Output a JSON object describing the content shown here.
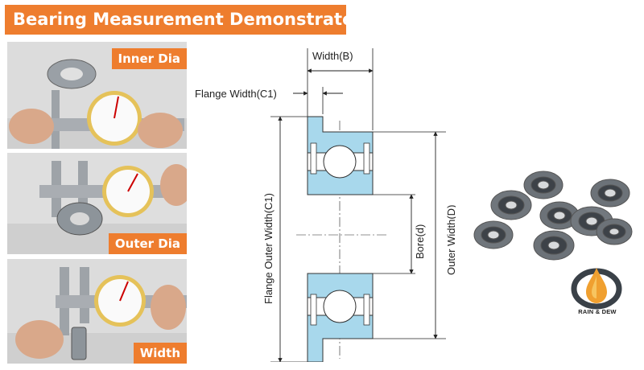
{
  "title": "Bearing Measurement Demonstrate",
  "photos": [
    {
      "label": "Inner Dia"
    },
    {
      "label": "Outer Dia"
    },
    {
      "label": "Width"
    }
  ],
  "diagram": {
    "width_label": "Width(B)",
    "flange_width_label": "Flange Width(C1)",
    "flange_outer_label": "Flange Outer Width(C1)",
    "bore_label": "Bore(d)",
    "outer_width_label": "Outer Width(D)"
  },
  "brand": {
    "name": "RAIN & DEW"
  },
  "colors": {
    "accent": "#ee7d2e",
    "ring": "#a8d8ec"
  },
  "icons": [
    "caliper-photo",
    "bearing-cluster-photo",
    "rain-and-dew-logo"
  ]
}
